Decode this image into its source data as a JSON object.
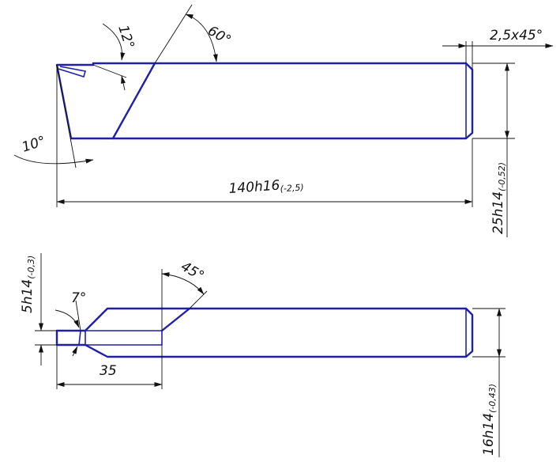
{
  "dimensions": {
    "angle_top": "60°",
    "angle_rake": "12°",
    "angle_clearance": "10°",
    "chamfer": "2,5x45°",
    "length_main": "140h16",
    "length_tol": "(-2,5)",
    "height_main": "25h14",
    "height_tol": "(-0,52)",
    "angle_side": "45°",
    "angle_small": "7°",
    "blade_width": "5h14",
    "blade_width_tol": "(-0,3)",
    "blade_length": "35",
    "width_main": "16h14",
    "width_tol": "(-0,43)"
  },
  "colors": {
    "outline": "#1f1fa8",
    "dimension": "#111111"
  }
}
